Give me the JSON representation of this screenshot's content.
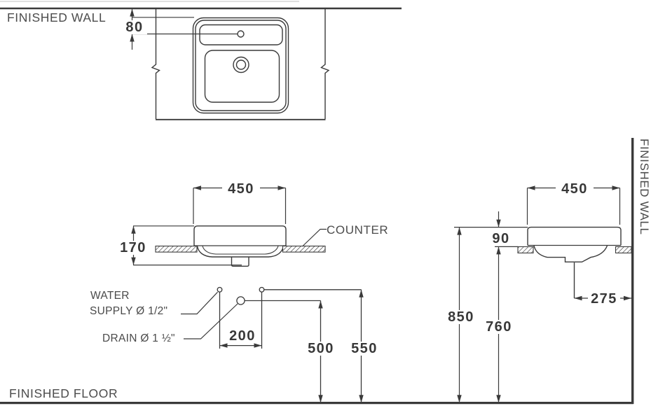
{
  "colors": {
    "line": "#3a3a3a",
    "text": "#4c4c4c",
    "dimension_text": "#383838",
    "background": "#ffffff"
  },
  "views": {
    "plan_top": {
      "wall_label": "FINISHED WALL",
      "dim_faucet_to_wall": "80"
    },
    "front": {
      "dim_width": "450",
      "dim_depth": "170",
      "counter_label": "COUNTER",
      "water_supply_label_line1": "WATER",
      "water_supply_label_line2": "SUPPLY Ø 1/2\"",
      "drain_label": "DRAIN Ø 1 ½\"",
      "dim_supply_spacing": "200",
      "dim_drain_height": "500",
      "dim_supply_height": "550"
    },
    "side": {
      "dim_width": "450",
      "dim_rim_above_counter": "90",
      "dim_drain_to_wall": "275",
      "dim_rim_height": "850",
      "dim_counter_top_height": "760",
      "wall_label": "FINISHED WALL"
    },
    "floor_label": "FINISHED FLOOR"
  }
}
